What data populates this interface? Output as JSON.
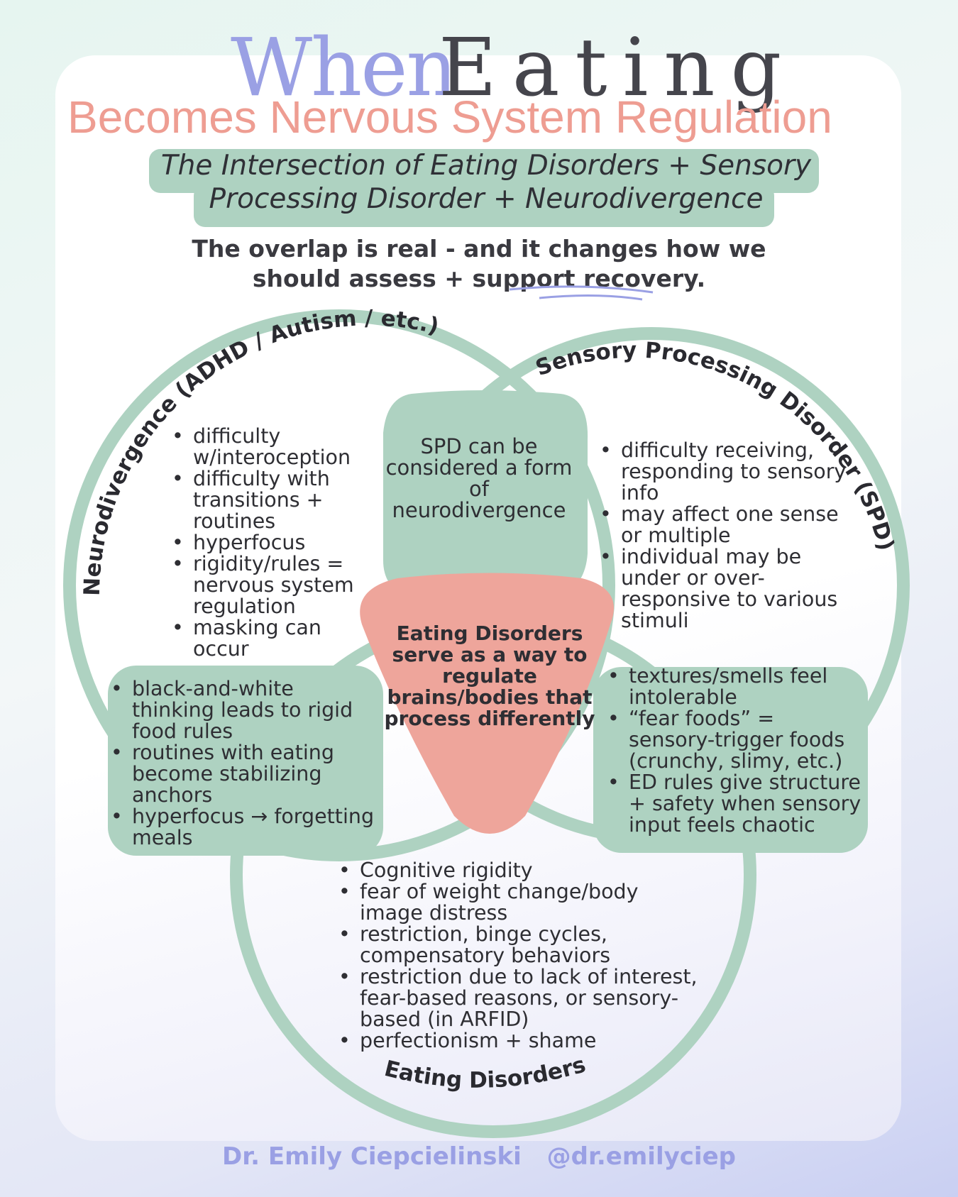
{
  "title": {
    "when": "When",
    "eating": "Eating",
    "becomes": "Becomes Nervous System Regulation"
  },
  "subtitle": {
    "line1": "The Intersection of Eating Disorders + Sensory",
    "line2": "Processing Disorder + Neurodivergence"
  },
  "overlap": {
    "line1": "The overlap is real - and it changes how we",
    "line2_prefix": "should assess + ",
    "line2_emph": "support recovery."
  },
  "colors": {
    "circle_stroke": "#aed2c1",
    "region_fill": "#aed2c1",
    "center_fill": "#eea59b",
    "title_lavender": "#9aa0e4",
    "title_pink": "#ee9d92"
  },
  "circles": {
    "neuro": "Neurodivergence (ADHD / Autism / etc.)",
    "spd": "Sensory Processing Disorder (SPD)",
    "ed": "Eating Disorders"
  },
  "neuro_only": [
    "difficulty w/interoception",
    "difficulty with transitions + routines",
    "hyperfocus",
    "rigidity/rules = nervous system regulation",
    "masking can occur"
  ],
  "spd_only": [
    "difficulty receiving, responding to sensory info",
    "may affect one sense or multiple",
    "individual may be under or over-responsive to various stimuli"
  ],
  "neuro_spd_overlap": "SPD can be considered a form of neurodivergence",
  "neuro_ed_overlap": [
    "black-and-white thinking leads to rigid food rules",
    "routines with eating become stabilizing anchors",
    "hyperfocus → forgetting meals"
  ],
  "spd_ed_overlap": [
    "textures/smells feel intolerable",
    "“fear foods” = sensory-trigger foods (crunchy, slimy, etc.)",
    "ED rules give structure + safety when sensory input feels chaotic"
  ],
  "center": "Eating Disorders serve as a way to regulate brains/bodies that process differently",
  "ed_only": [
    "Cognitive rigidity",
    "fear of weight change/body image distress",
    "restriction, binge cycles, compensatory behaviors",
    "restriction due to lack of interest, fear-based reasons, or sensory-based (in ARFID)",
    "perfectionism + shame"
  ],
  "footer": {
    "name": "Dr. Emily Ciepcielinski",
    "handle": "@dr.emilyciep"
  }
}
